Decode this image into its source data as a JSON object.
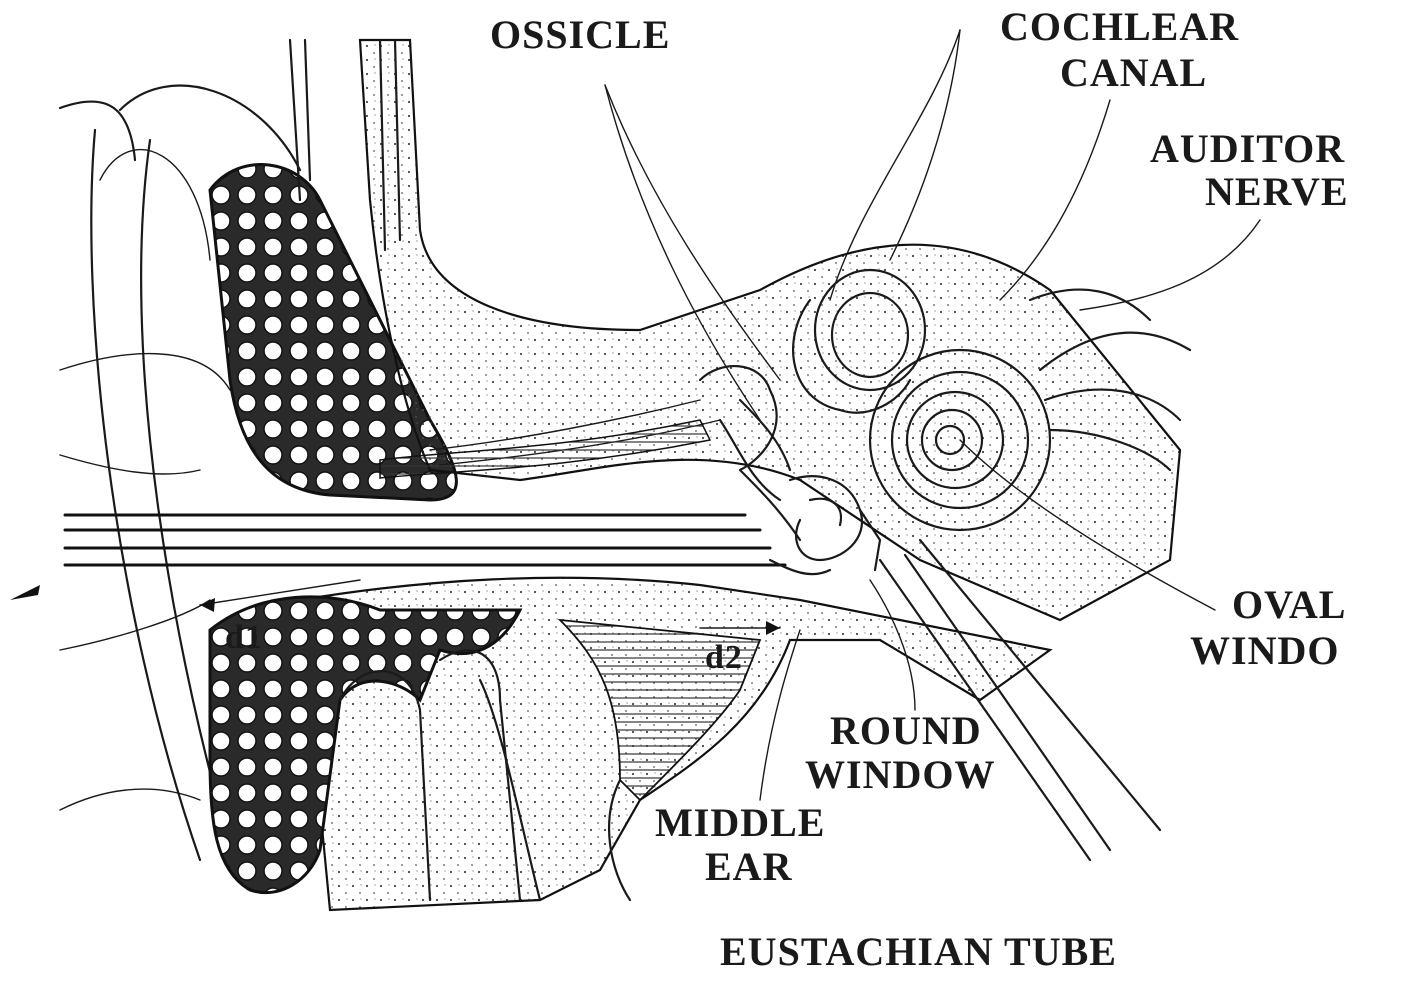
{
  "labels": {
    "ossicle": "OSSICLE",
    "cochlear_line1": "COCHLEAR",
    "cochlear_line2": "CANAL",
    "auditory_line1": "AUDITOR",
    "auditory_line2": "NERVE",
    "oval_line1": "OVAL",
    "oval_line2": "WINDO",
    "round_line1": "ROUND",
    "round_line2": "WINDOW",
    "middle_line1": "MIDDLE",
    "middle_line2": "EAR",
    "eustachian": "EUSTACHIAN TUBE",
    "d1": "d1",
    "d2": "d2"
  }
}
